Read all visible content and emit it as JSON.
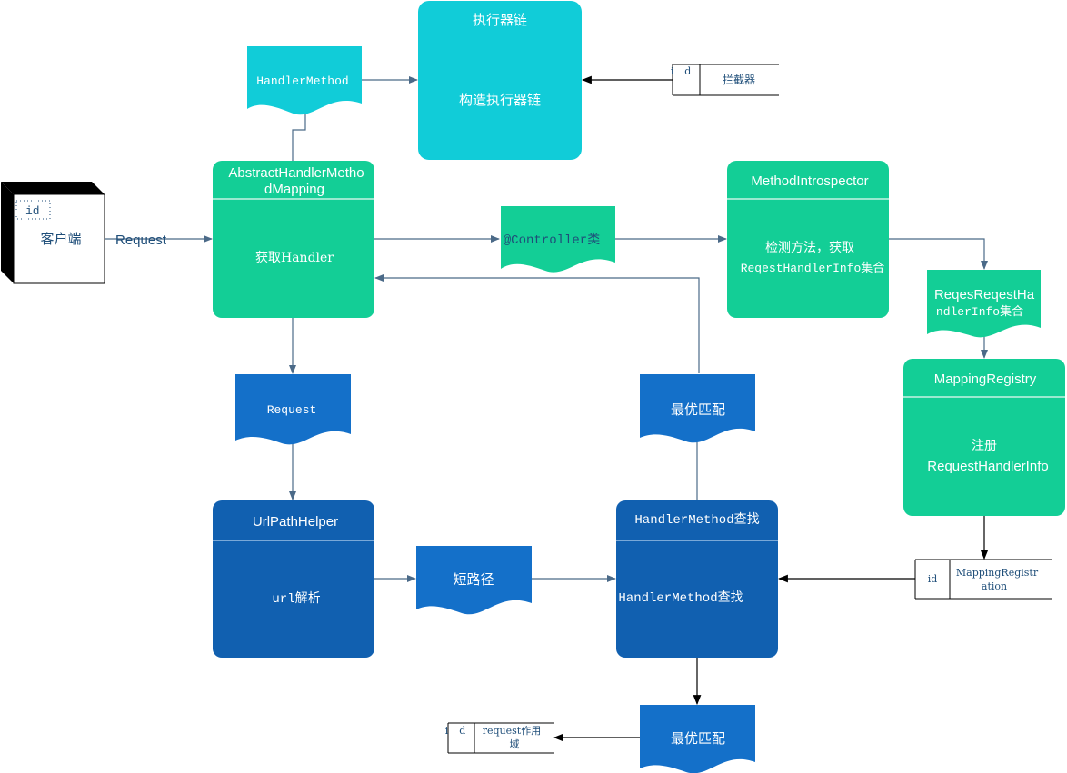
{
  "colors": {
    "cyan": "#11CCD8",
    "teal": "#13CE96",
    "blue_doc": "#1470C9",
    "blue_box": "#1160B0",
    "line": "#4B6A88",
    "black": "#000000"
  },
  "client": {
    "id_label": "id",
    "label": "客户端"
  },
  "request_edge": {
    "label": "Request"
  },
  "executor_chain": {
    "title": "执行器链",
    "body": "构造执行器链"
  },
  "handler_method_doc": {
    "label": "HandlerMethod"
  },
  "interceptor_store": {
    "id_label": "id",
    "label": "拦截器"
  },
  "abstract_mapping": {
    "title_line1": "AbstractHandlerMetho",
    "title_line2": "dMapping",
    "body": "获取Handler"
  },
  "controller_doc": {
    "label": "@Controller类"
  },
  "method_introspector": {
    "title": "MethodIntrospector",
    "body_line1": "检测方法，获取",
    "body_line2": "ReqestHandlerInfo集合"
  },
  "info_collection_doc": {
    "label_line1": "ReqesReqestHa",
    "label_line2": "ndlerInfo集合"
  },
  "mapping_registry": {
    "title": "MappingRegistry",
    "body_line1": "注册",
    "body_line2": "RequestHandlerInfo"
  },
  "registration_store": {
    "id_label": "id",
    "label_line1": "MappingRegistr",
    "label_line2": "ation"
  },
  "request_doc": {
    "label": "Request"
  },
  "url_path_helper": {
    "title": "UrlPathHelper",
    "body": "url解析"
  },
  "short_path_doc": {
    "label": "短路径"
  },
  "handler_lookup": {
    "title": "HandlerMethod查找",
    "body": "HandlerMethod查找"
  },
  "best_match_top": {
    "label": "最优匹配"
  },
  "best_match_bottom": {
    "label": "最优匹配"
  },
  "request_scope_store": {
    "id_label": "id",
    "label_line1": "request作用",
    "label_line2": "域"
  }
}
